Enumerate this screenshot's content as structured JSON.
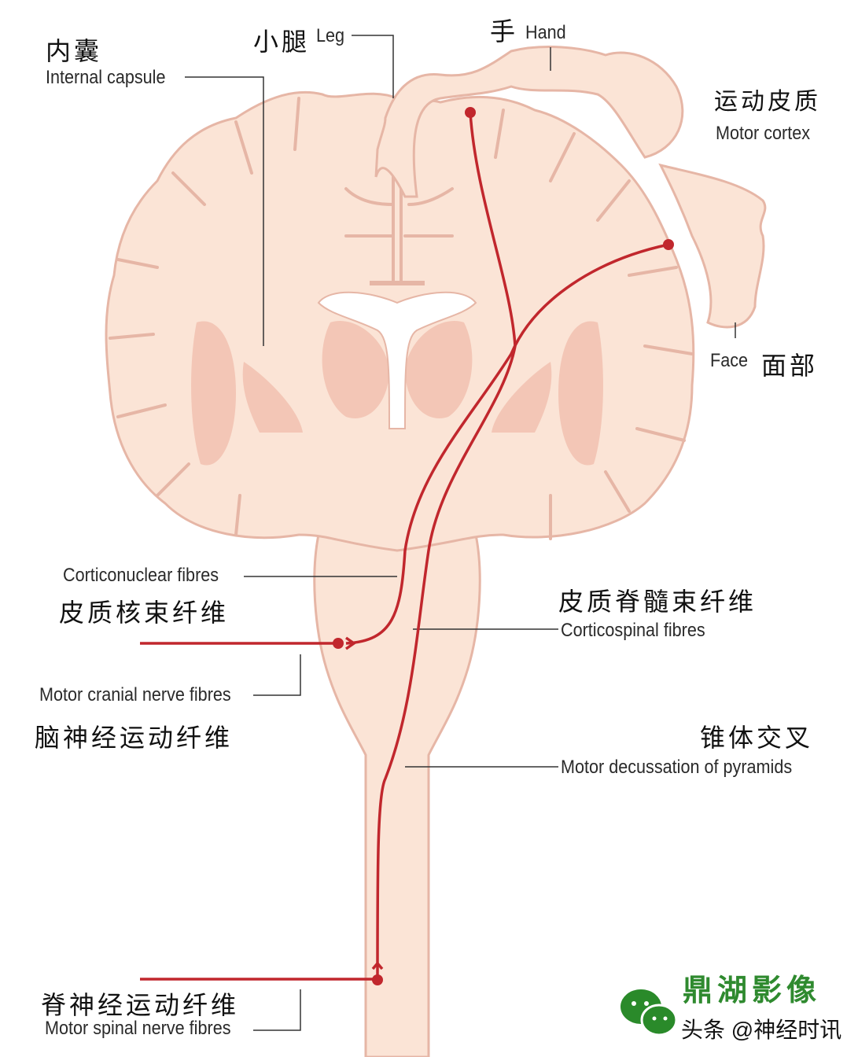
{
  "labels": {
    "internal_capsule_zh": "内囊",
    "internal_capsule_en": "Internal capsule",
    "leg_zh": "小腿",
    "leg_en": "Leg",
    "hand_zh": "手",
    "hand_en": "Hand",
    "motor_cortex_zh": "运动皮质",
    "motor_cortex_en": "Motor cortex",
    "face_en": "Face",
    "face_zh": "面部",
    "corticonuclear_en": "Corticonuclear fibres",
    "corticonuclear_zh": "皮质核束纤维",
    "corticospinal_zh": "皮质脊髓束纤维",
    "corticospinal_en": "Corticospinal fibres",
    "cranial_en": "Motor cranial nerve fibres",
    "cranial_zh": "脑神经运动纤维",
    "decussation_zh": "锥体交叉",
    "decussation_en": "Motor decussation of pyramids",
    "spinal_zh": "脊神经运动纤维",
    "spinal_en": "Motor spinal nerve fibres"
  },
  "watermark": {
    "brand": "鼎湖影像",
    "source": "头条 @神经时讯"
  },
  "colors": {
    "tissue": "#fbe4d6",
    "outline": "#e6b6a6",
    "nuclei": "#f3c6b6",
    "tract": "#c1272d"
  }
}
